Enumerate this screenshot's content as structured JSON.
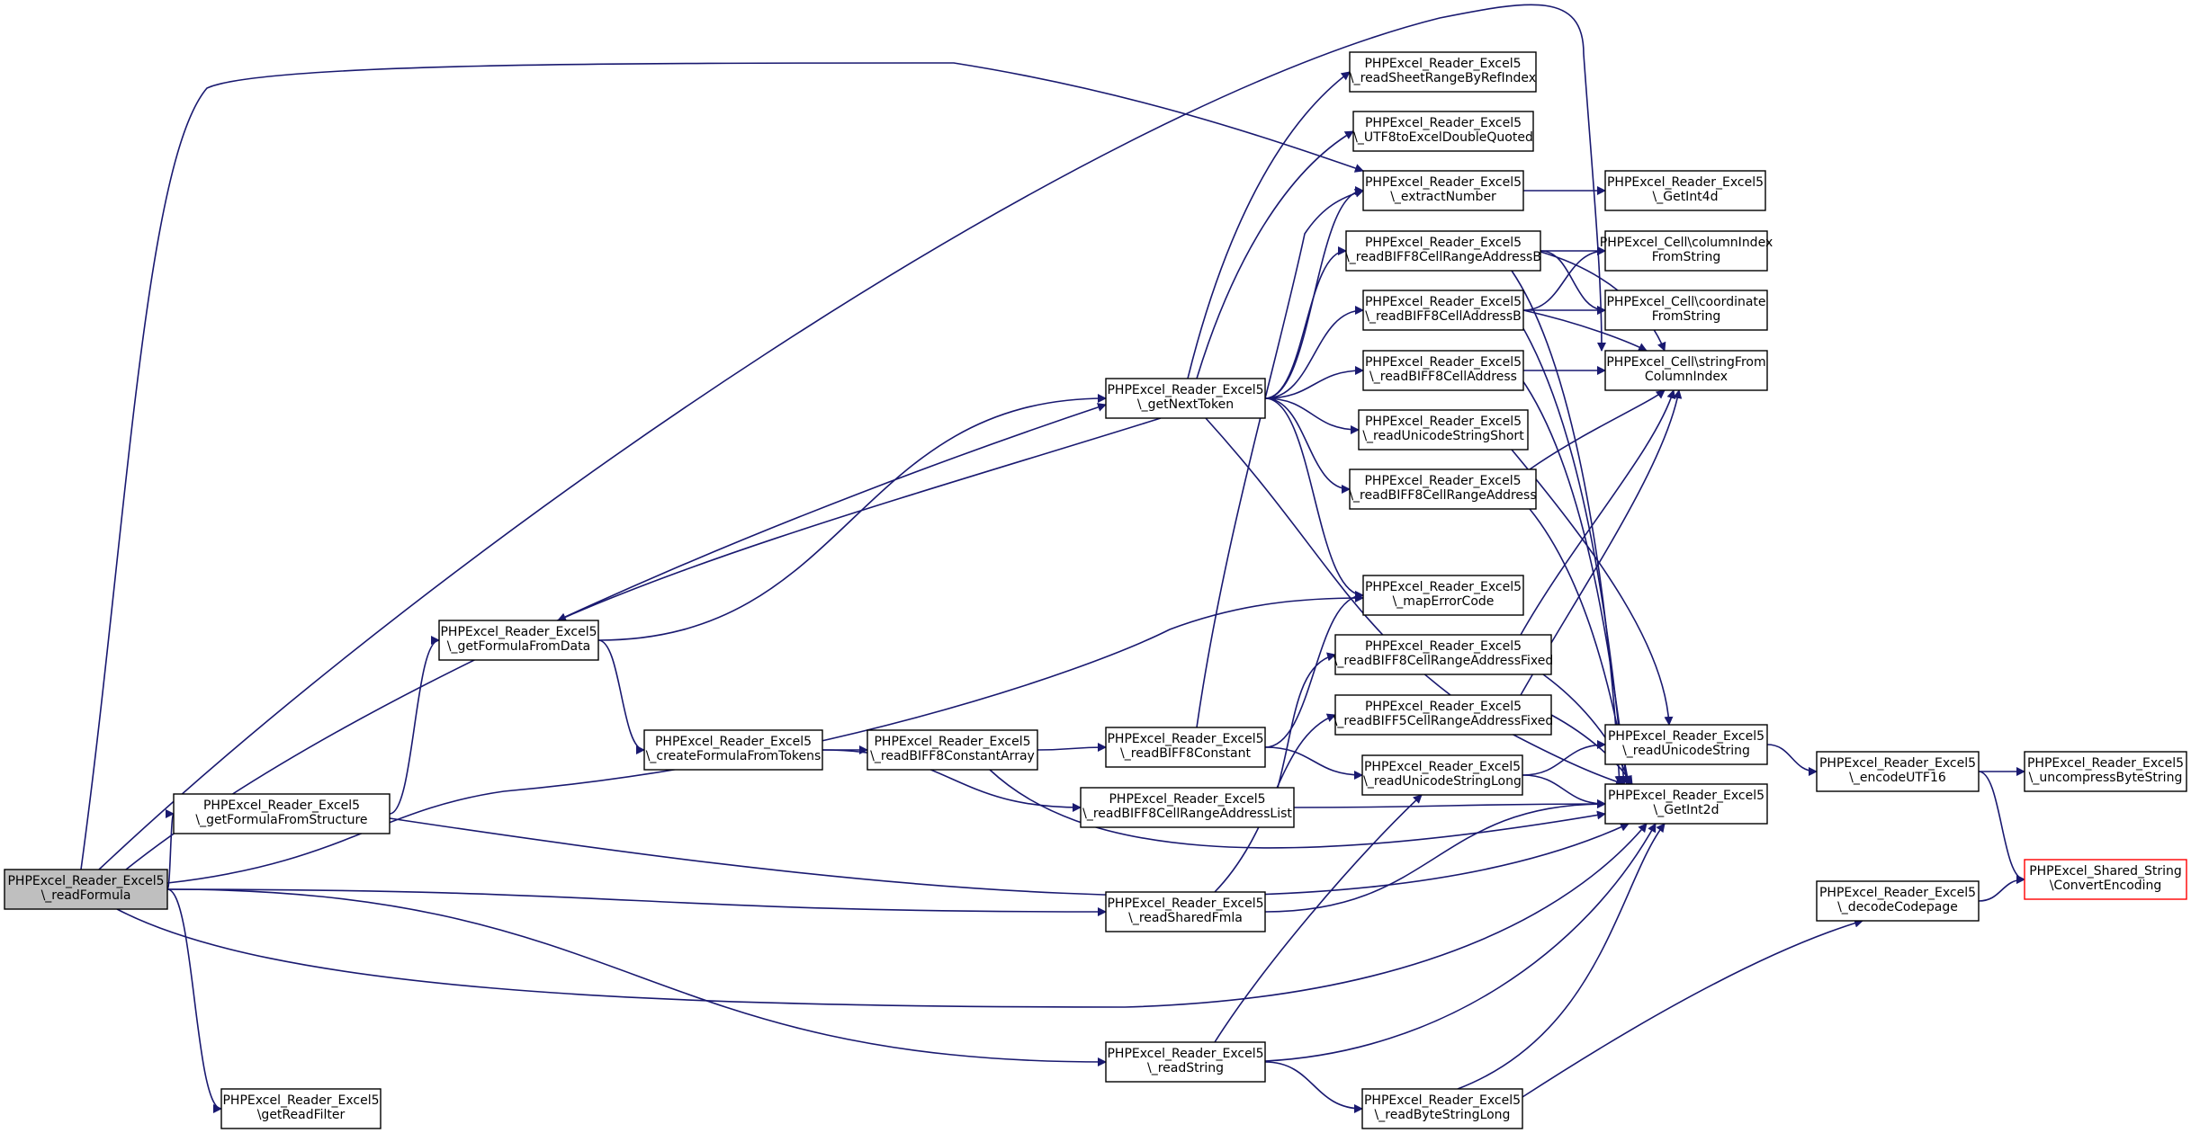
{
  "colors": {
    "edge": "#191970",
    "root_fill": "#bfbfbf",
    "external_border": "#ff0000"
  },
  "nodes": [
    {
      "id": "readFormula",
      "lines": [
        "PHPExcel_Reader_Excel5",
        "\\_readFormula"
      ],
      "role": "root"
    },
    {
      "id": "getFormulaFromStructure",
      "lines": [
        "PHPExcel_Reader_Excel5",
        "\\_getFormulaFromStructure"
      ]
    },
    {
      "id": "getReadFilter",
      "lines": [
        "PHPExcel_Reader_Excel5",
        "\\getReadFilter"
      ]
    },
    {
      "id": "getFormulaFromData",
      "lines": [
        "PHPExcel_Reader_Excel5",
        "\\_getFormulaFromData"
      ]
    },
    {
      "id": "createFormulaFromTokens",
      "lines": [
        "PHPExcel_Reader_Excel5",
        "\\_createFormulaFromTokens"
      ]
    },
    {
      "id": "readBIFF8ConstantArray",
      "lines": [
        "PHPExcel_Reader_Excel5",
        "\\_readBIFF8ConstantArray"
      ]
    },
    {
      "id": "getNextToken",
      "lines": [
        "PHPExcel_Reader_Excel5",
        "\\_getNextToken"
      ]
    },
    {
      "id": "readBIFF8Constant",
      "lines": [
        "PHPExcel_Reader_Excel5",
        "\\_readBIFF8Constant"
      ]
    },
    {
      "id": "readBIFF8CellRangeAddressList",
      "lines": [
        "PHPExcel_Reader_Excel5",
        "\\_readBIFF8CellRangeAddressList"
      ]
    },
    {
      "id": "readSharedFmla",
      "lines": [
        "PHPExcel_Reader_Excel5",
        "\\_readSharedFmla"
      ]
    },
    {
      "id": "readString",
      "lines": [
        "PHPExcel_Reader_Excel5",
        "\\_readString"
      ]
    },
    {
      "id": "readSheetRangeByRefIndex",
      "lines": [
        "PHPExcel_Reader_Excel5",
        "\\_readSheetRangeByRefIndex"
      ]
    },
    {
      "id": "UTF8toExcelDoubleQuoted",
      "lines": [
        "PHPExcel_Reader_Excel5",
        "\\_UTF8toExcelDoubleQuoted"
      ]
    },
    {
      "id": "extractNumber",
      "lines": [
        "PHPExcel_Reader_Excel5",
        "\\_extractNumber"
      ]
    },
    {
      "id": "readBIFF8CellRangeAddressB",
      "lines": [
        "PHPExcel_Reader_Excel5",
        "\\_readBIFF8CellRangeAddressB"
      ]
    },
    {
      "id": "readBIFF8CellAddressB",
      "lines": [
        "PHPExcel_Reader_Excel5",
        "\\_readBIFF8CellAddressB"
      ]
    },
    {
      "id": "readBIFF8CellAddress",
      "lines": [
        "PHPExcel_Reader_Excel5",
        "\\_readBIFF8CellAddress"
      ]
    },
    {
      "id": "readUnicodeStringShort",
      "lines": [
        "PHPExcel_Reader_Excel5",
        "\\_readUnicodeStringShort"
      ]
    },
    {
      "id": "readBIFF8CellRangeAddress",
      "lines": [
        "PHPExcel_Reader_Excel5",
        "\\_readBIFF8CellRangeAddress"
      ]
    },
    {
      "id": "mapErrorCode",
      "lines": [
        "PHPExcel_Reader_Excel5",
        "\\_mapErrorCode"
      ]
    },
    {
      "id": "readBIFF8CellRangeAddressFixed",
      "lines": [
        "PHPExcel_Reader_Excel5",
        "\\_readBIFF8CellRangeAddressFixed"
      ]
    },
    {
      "id": "readBIFF5CellRangeAddressFixed",
      "lines": [
        "PHPExcel_Reader_Excel5",
        "\\_readBIFF5CellRangeAddressFixed"
      ]
    },
    {
      "id": "readUnicodeStringLong",
      "lines": [
        "PHPExcel_Reader_Excel5",
        "\\_readUnicodeStringLong"
      ]
    },
    {
      "id": "readByteStringLong",
      "lines": [
        "PHPExcel_Reader_Excel5",
        "\\_readByteStringLong"
      ]
    },
    {
      "id": "GetInt4d",
      "lines": [
        "PHPExcel_Reader_Excel5",
        "\\_GetInt4d"
      ]
    },
    {
      "id": "columnIndexFromString",
      "lines": [
        "PHPExcel_Cell\\columnIndex",
        "FromString"
      ]
    },
    {
      "id": "coordinateFromString",
      "lines": [
        "PHPExcel_Cell\\coordinate",
        "FromString"
      ]
    },
    {
      "id": "stringFromColumnIndex",
      "lines": [
        "PHPExcel_Cell\\stringFrom",
        "ColumnIndex"
      ]
    },
    {
      "id": "readUnicodeString",
      "lines": [
        "PHPExcel_Reader_Excel5",
        "\\_readUnicodeString"
      ]
    },
    {
      "id": "GetInt2d",
      "lines": [
        "PHPExcel_Reader_Excel5",
        "\\_GetInt2d"
      ]
    },
    {
      "id": "encodeUTF16",
      "lines": [
        "PHPExcel_Reader_Excel5",
        "\\_encodeUTF16"
      ]
    },
    {
      "id": "decodeCodepage",
      "lines": [
        "PHPExcel_Reader_Excel5",
        "\\_decodeCodepage"
      ]
    },
    {
      "id": "uncompressByteString",
      "lines": [
        "PHPExcel_Reader_Excel5",
        "\\_uncompressByteString"
      ]
    },
    {
      "id": "ConvertEncoding",
      "lines": [
        "PHPExcel_Shared_String",
        "\\ConvertEncoding"
      ],
      "role": "external"
    }
  ],
  "edges": [
    [
      "readFormula",
      "getFormulaFromStructure"
    ],
    [
      "readFormula",
      "getReadFilter"
    ],
    [
      "readFormula",
      "readSharedFmla"
    ],
    [
      "readFormula",
      "readString"
    ],
    [
      "readFormula",
      "extractNumber"
    ],
    [
      "readFormula",
      "mapErrorCode"
    ],
    [
      "readFormula",
      "getNextToken"
    ],
    [
      "readFormula",
      "GetInt2d"
    ],
    [
      "readFormula",
      "stringFromColumnIndex"
    ],
    [
      "getFormulaFromStructure",
      "getFormulaFromData"
    ],
    [
      "getFormulaFromStructure",
      "GetInt2d"
    ],
    [
      "getFormulaFromData",
      "getNextToken"
    ],
    [
      "getFormulaFromData",
      "createFormulaFromTokens"
    ],
    [
      "getNextToken",
      "getFormulaFromData"
    ],
    [
      "getNextToken",
      "readSheetRangeByRefIndex"
    ],
    [
      "getNextToken",
      "UTF8toExcelDoubleQuoted"
    ],
    [
      "getNextToken",
      "extractNumber"
    ],
    [
      "getNextToken",
      "readBIFF8CellRangeAddressB"
    ],
    [
      "getNextToken",
      "readBIFF8CellAddressB"
    ],
    [
      "getNextToken",
      "readBIFF8CellAddress"
    ],
    [
      "getNextToken",
      "readUnicodeStringShort"
    ],
    [
      "getNextToken",
      "readBIFF8CellRangeAddress"
    ],
    [
      "getNextToken",
      "mapErrorCode"
    ],
    [
      "getNextToken",
      "GetInt2d"
    ],
    [
      "createFormulaFromTokens",
      "readBIFF8ConstantArray"
    ],
    [
      "createFormulaFromTokens",
      "readBIFF8CellRangeAddressList"
    ],
    [
      "readBIFF8ConstantArray",
      "readBIFF8Constant"
    ],
    [
      "readBIFF8ConstantArray",
      "GetInt2d"
    ],
    [
      "readBIFF8Constant",
      "extractNumber"
    ],
    [
      "readBIFF8Constant",
      "mapErrorCode"
    ],
    [
      "readBIFF8Constant",
      "readUnicodeStringLong"
    ],
    [
      "readBIFF8CellRangeAddressList",
      "readBIFF8CellRangeAddressFixed"
    ],
    [
      "readBIFF8CellRangeAddressList",
      "GetInt2d"
    ],
    [
      "readSharedFmla",
      "readBIFF5CellRangeAddressFixed"
    ],
    [
      "readSharedFmla",
      "GetInt2d"
    ],
    [
      "readString",
      "readUnicodeStringLong"
    ],
    [
      "readString",
      "readByteStringLong"
    ],
    [
      "readString",
      "GetInt2d"
    ],
    [
      "extractNumber",
      "GetInt4d"
    ],
    [
      "readBIFF8CellRangeAddressB",
      "columnIndexFromString"
    ],
    [
      "readBIFF8CellRangeAddressB",
      "coordinateFromString"
    ],
    [
      "readBIFF8CellRangeAddressB",
      "stringFromColumnIndex"
    ],
    [
      "readBIFF8CellRangeAddressB",
      "GetInt2d"
    ],
    [
      "readBIFF8CellAddressB",
      "columnIndexFromString"
    ],
    [
      "readBIFF8CellAddressB",
      "coordinateFromString"
    ],
    [
      "readBIFF8CellAddressB",
      "stringFromColumnIndex"
    ],
    [
      "readBIFF8CellAddressB",
      "GetInt2d"
    ],
    [
      "readBIFF8CellAddress",
      "stringFromColumnIndex"
    ],
    [
      "readBIFF8CellAddress",
      "GetInt2d"
    ],
    [
      "readUnicodeStringShort",
      "readUnicodeString"
    ],
    [
      "readBIFF8CellRangeAddress",
      "stringFromColumnIndex"
    ],
    [
      "readBIFF8CellRangeAddress",
      "GetInt2d"
    ],
    [
      "readBIFF8CellRangeAddressFixed",
      "stringFromColumnIndex"
    ],
    [
      "readBIFF8CellRangeAddressFixed",
      "GetInt2d"
    ],
    [
      "readBIFF5CellRangeAddressFixed",
      "stringFromColumnIndex"
    ],
    [
      "readBIFF5CellRangeAddressFixed",
      "GetInt2d"
    ],
    [
      "readUnicodeStringLong",
      "readUnicodeString"
    ],
    [
      "readUnicodeStringLong",
      "GetInt2d"
    ],
    [
      "readByteStringLong",
      "decodeCodepage"
    ],
    [
      "readByteStringLong",
      "GetInt2d"
    ],
    [
      "readUnicodeString",
      "encodeUTF16"
    ],
    [
      "encodeUTF16",
      "uncompressByteString"
    ],
    [
      "encodeUTF16",
      "ConvertEncoding"
    ],
    [
      "decodeCodepage",
      "ConvertEncoding"
    ]
  ]
}
